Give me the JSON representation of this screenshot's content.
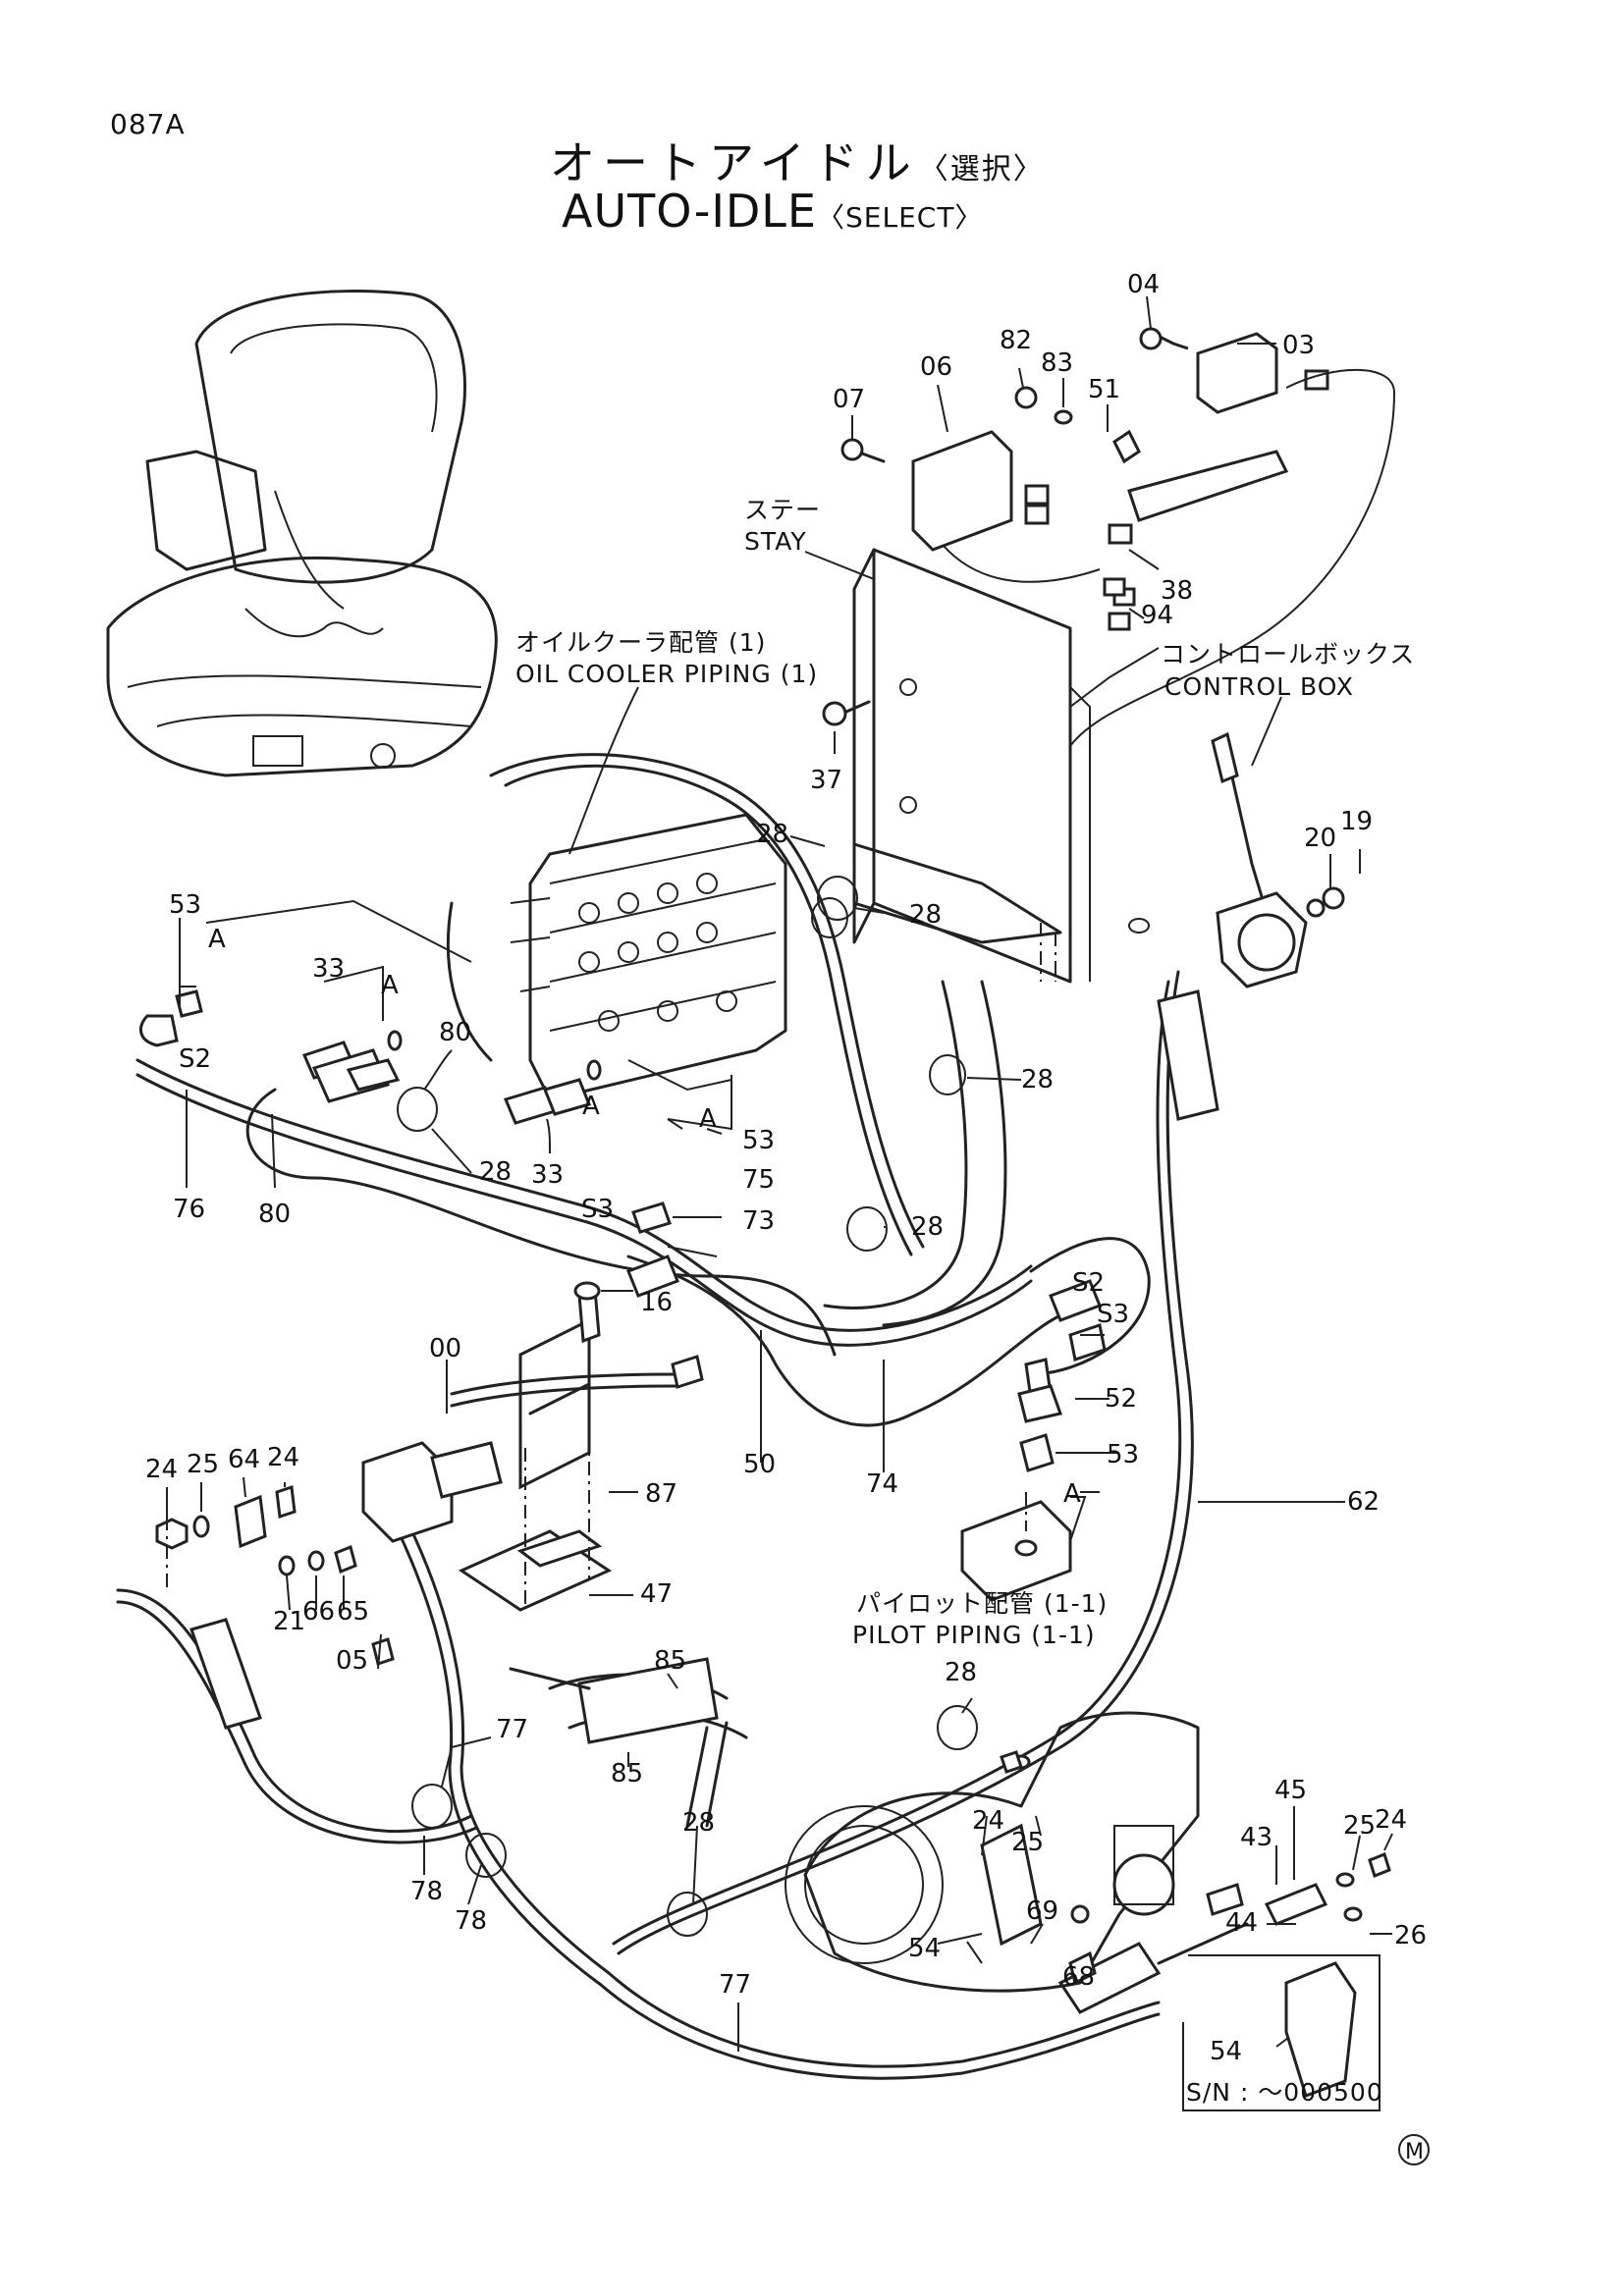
{
  "page_code": "087A",
  "title": {
    "jp": "オートアイドル",
    "jp_suffix": "〈選択〉",
    "en": "AUTO-IDLE",
    "en_suffix": "〈SELECT〉"
  },
  "labels": {
    "stay_jp": "ステー",
    "stay_en": "STAY",
    "oil_cooler_jp": "オイルクーラ配管 (1)",
    "oil_cooler_en": "OIL COOLER PIPING (1)",
    "control_box_jp": "コントロールボックス",
    "control_box_en": "CONTROL BOX",
    "pilot_jp": "パイロット配管 (1-1)",
    "pilot_en": "PILOT PIPING (1-1)",
    "serial": "S/N :  ～000500",
    "mark": "M"
  },
  "part_numbers": [
    "04",
    "03",
    "06",
    "82",
    "83",
    "51",
    "07",
    "38",
    "94",
    "37",
    "19",
    "20",
    "28",
    "28",
    "28",
    "28",
    "53",
    "A",
    "33",
    "A",
    "80",
    "28",
    "33",
    "A",
    "A",
    "53",
    "75",
    "73",
    "76",
    "80",
    "S2",
    "S3",
    "S2",
    "S3",
    "16",
    "00",
    "50",
    "74",
    "52",
    "53",
    "A",
    "62",
    "24",
    "25",
    "64",
    "24",
    "87",
    "21",
    "66",
    "65",
    "47",
    "05",
    "85",
    "85",
    "77",
    "28",
    "45",
    "43",
    "25",
    "24",
    "24",
    "25",
    "26",
    "44",
    "69",
    "68",
    "54",
    "28",
    "78",
    "78",
    "77",
    "54"
  ]
}
